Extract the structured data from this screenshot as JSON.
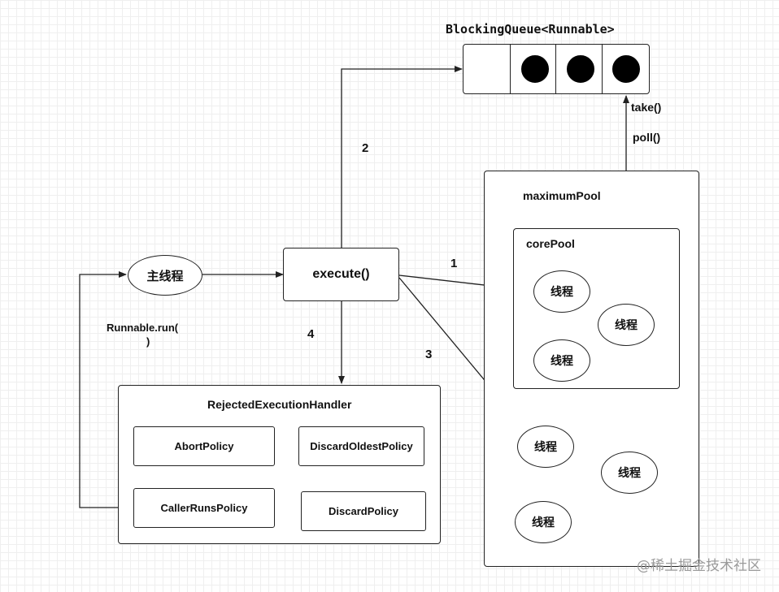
{
  "queue": {
    "title": "BlockingQueue<Runnable>",
    "filled_slots": 3
  },
  "queue_ops": {
    "take": "take()",
    "poll": "poll()"
  },
  "main_thread": {
    "label": "主线程"
  },
  "execute": {
    "label": "execute()"
  },
  "steps": {
    "s1": "1",
    "s2": "2",
    "s3": "3",
    "s4": "4"
  },
  "runnable_run": {
    "line1": "Runnable.run(",
    "line2": ")"
  },
  "maximum_pool": {
    "title": "maximumPool"
  },
  "core_pool": {
    "title": "corePool"
  },
  "thread_label": "线程",
  "handler": {
    "title": "RejectedExecutionHandler",
    "policies": {
      "abort": "AbortPolicy",
      "discard_oldest": "DiscardOldestPolicy",
      "caller_runs": "CallerRunsPolicy",
      "discard": "DiscardPolicy"
    }
  },
  "watermark": "@稀土掘金技术社区"
}
